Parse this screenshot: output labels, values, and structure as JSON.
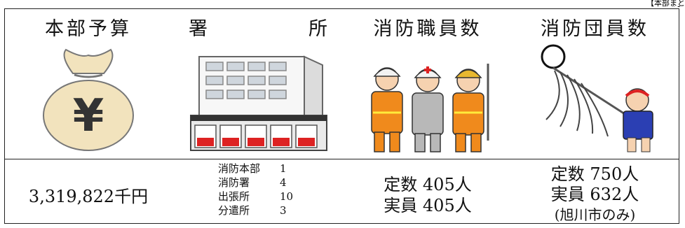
{
  "corner_label": "【本部まとめ】",
  "budget": {
    "heading": "本部予算",
    "value": "3,319,822千円",
    "icon_symbol": "¥"
  },
  "stations": {
    "heading_left": "署",
    "heading_right": "所",
    "items": [
      {
        "name": "消防本部",
        "count": "1"
      },
      {
        "name": "消防署",
        "count": "4"
      },
      {
        "name": "出張所",
        "count": "10"
      },
      {
        "name": "分遣所",
        "count": "3"
      }
    ]
  },
  "staff": {
    "heading": "消防職員数",
    "fixed_label": "定数",
    "fixed_value": "405人",
    "actual_label": "実員",
    "actual_value": "405人"
  },
  "volunteers": {
    "heading": "消防団員数",
    "fixed_label": "定数",
    "fixed_value": "750人",
    "actual_label": "実員",
    "actual_value": "632人",
    "note": "(旭川市のみ)"
  },
  "colors": {
    "border": "#222222",
    "bag": "#f2e3bd",
    "uniform": "#f08a1c",
    "happi": "#2b3fb3"
  },
  "icons": [
    "money-bag-icon",
    "fire-station-building-icon",
    "firefighters-illustration-icon",
    "volunteer-with-flag-icon"
  ]
}
